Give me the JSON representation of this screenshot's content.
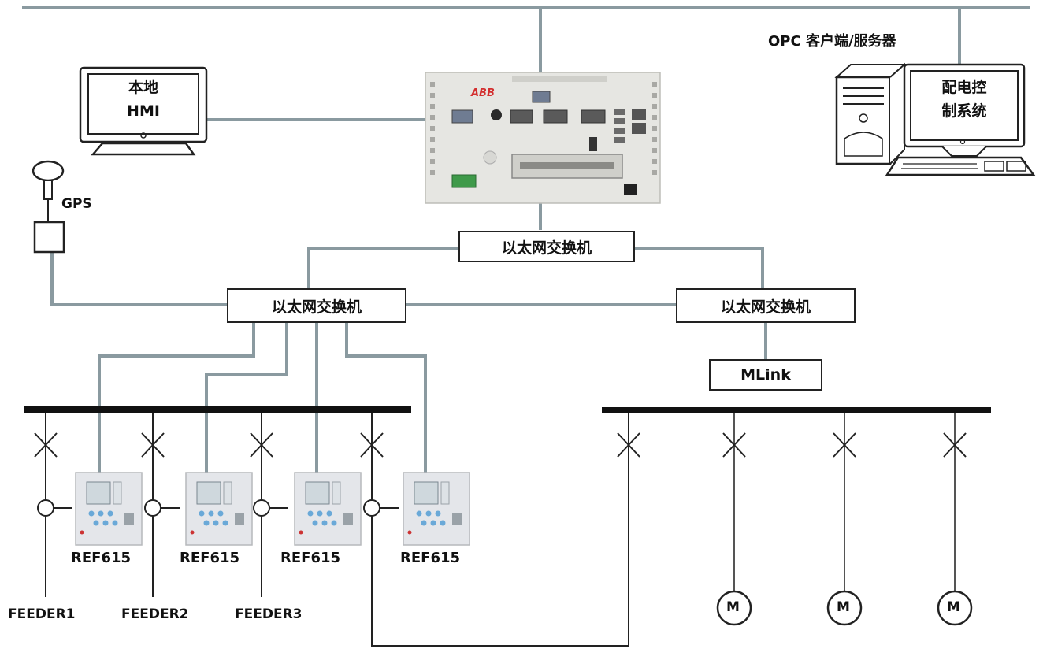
{
  "top_right_label": "OPC 客户端/服务器",
  "hmi_label_line1": "本地",
  "hmi_label_line2": "HMI",
  "dcs_label_line1": "配电控",
  "dcs_label_line2": "制系统",
  "gps_label": "GPS",
  "abb_logo": "ABB",
  "switch_top": "以太网交换机",
  "switch_left": "以太网交换机",
  "switch_right": "以太网交换机",
  "mlink": "MLink",
  "relays": [
    "REF615",
    "REF615",
    "REF615",
    "REF615"
  ],
  "feeders": [
    "FEEDER1",
    "FEEDER2",
    "FEEDER3"
  ],
  "motor_symbol": "M",
  "colors": {
    "network_line": "#8a9aa0",
    "busbar": "#111111",
    "box_border": "#222222"
  }
}
